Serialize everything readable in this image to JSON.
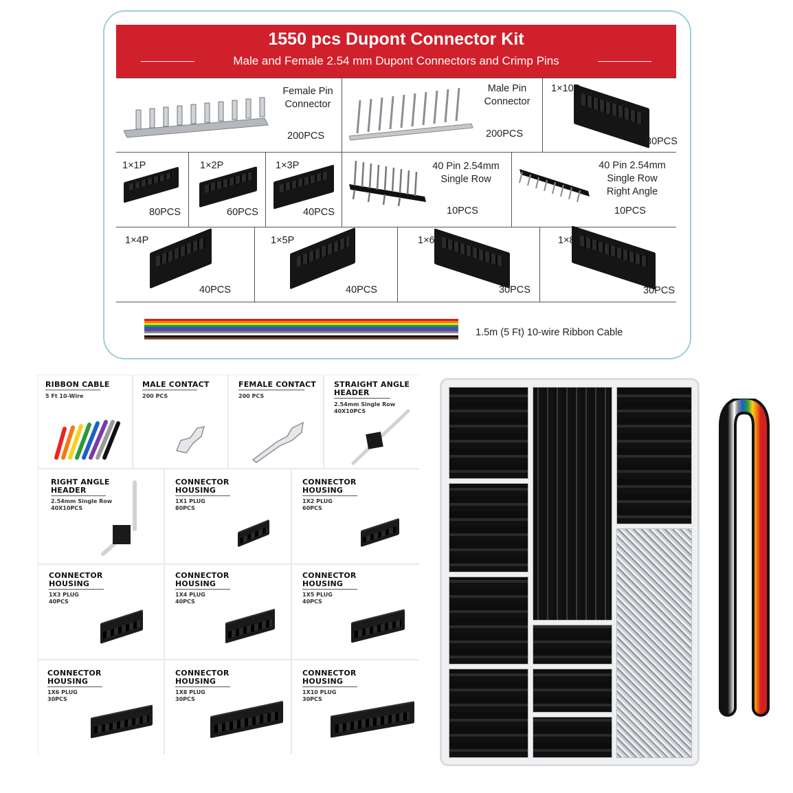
{
  "top": {
    "title": "1550 pcs Dupont Connector Kit",
    "subtitle": "Male and Female 2.54 mm Dupont Connectors and Crimp Pins",
    "items": [
      {
        "name": "Female Pin\nConnector",
        "qty": "200PCS"
      },
      {
        "name": "Male Pin\nConnector",
        "qty": "200PCS"
      },
      {
        "name": "1×10P",
        "qty": "30PCS"
      },
      {
        "name": "1×1P",
        "qty": "80PCS"
      },
      {
        "name": "1×2P",
        "qty": "60PCS"
      },
      {
        "name": "1×3P",
        "qty": "40PCS"
      },
      {
        "name": "40 Pin 2.54mm\nSingle Row",
        "qty": "10PCS"
      },
      {
        "name": "40 Pin 2.54mm\nSingle Row\nRight Angle",
        "qty": "10PCS"
      },
      {
        "name": "1×4P",
        "qty": "40PCS"
      },
      {
        "name": "1×5P",
        "qty": "40PCS"
      },
      {
        "name": "1×6P",
        "qty": "30PCS"
      },
      {
        "name": "1×8P",
        "qty": "30PCS"
      }
    ],
    "ribbon_label": "1.5m (5 Ft) 10-wire Ribbon Cable",
    "ribbon_colors": [
      "#d42020",
      "#f07a10",
      "#f1d21a",
      "#1e9a3a",
      "#1e5fc8",
      "#7a3aa8",
      "#8a8a8a",
      "#ffffff",
      "#111111",
      "#7a4a20"
    ]
  },
  "bottom": {
    "cells": [
      {
        "title": "RIBBON CABLE",
        "sub": "5 Ft 10-Wire"
      },
      {
        "title": "MALE CONTACT",
        "sub": "200 PCS"
      },
      {
        "title": "FEMALE CONTACT",
        "sub": "200 PCS"
      },
      {
        "title": "STRAIGHT ANGLE\nHEADER",
        "sub": "2.54mm Single Row\n40X10PCS"
      },
      {
        "title": "RIGHT ANGLE\nHEADER",
        "sub": "2.54mm Single Row\n40X10PCS"
      },
      {
        "title": "CONNECTOR\nHOUSING",
        "sub": "1X1 PLUG\n80PCS"
      },
      {
        "title": "CONNECTOR\nHOUSING",
        "sub": "1X2 PLUG\n60PCS"
      },
      {
        "title": "CONNECTOR\nHOUSING",
        "sub": "1X3 PLUG\n40PCS"
      },
      {
        "title": "CONNECTOR\nHOUSING",
        "sub": "1X4 PLUG\n40PCS"
      },
      {
        "title": "CONNECTOR\nHOUSING",
        "sub": "1X5 PLUG\n40PCS"
      },
      {
        "title": "CONNECTOR\nHOUSING",
        "sub": "1X6 PLUG\n30PCS"
      },
      {
        "title": "CONNECTOR\nHOUSING",
        "sub": "1X8 PLUG\n30PCS"
      },
      {
        "title": "CONNECTOR\nHOUSING",
        "sub": "1X10 PLUG\n30PCS"
      }
    ]
  }
}
